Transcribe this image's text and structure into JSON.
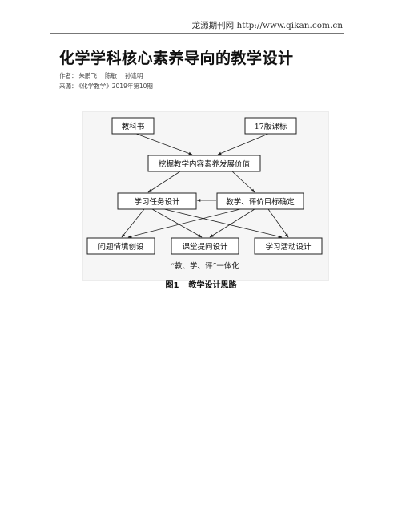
{
  "header": {
    "site": "龙源期刊网 http://www.qikan.com.cn"
  },
  "article": {
    "title": "化学学科核心素养导向的教学设计",
    "author_label": "作者：",
    "authors": [
      "朱鹏飞",
      "陈敏",
      "孙逢明"
    ],
    "source_label": "来源：",
    "source": "《化学教学》2019年第10期"
  },
  "figure": {
    "nodes": {
      "textbook": "教科书",
      "curriculum": "17版课标",
      "value": "挖掘教学内容素养发展价值",
      "task_design": "学习任务设计",
      "goal": "教学、评价目标确定",
      "situation": "问题情境创设",
      "questioning": "课堂提问设计",
      "activity": "学习活动设计"
    },
    "inner_caption": "“教、学、评”一体化",
    "caption_number": "图1",
    "caption_text": "教学设计思路"
  }
}
